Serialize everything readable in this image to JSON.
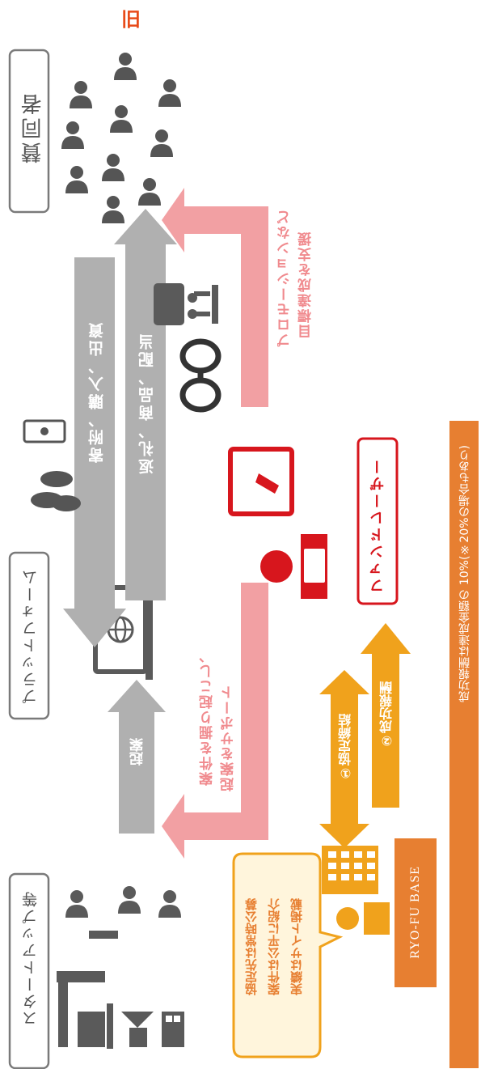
{
  "corner_label": "旧",
  "actors": {
    "supporters": "賛同者",
    "platform": "プラットフォーム",
    "startups": "スタートアップ等",
    "fundraiser": "ファンドレーザー",
    "ryofu_base": "RYO-FU BASE"
  },
  "flows": {
    "contribution": "寄附、購入、出資",
    "returns": "返礼、商品、配当",
    "proposal": "起案",
    "promotion": [
      "プロモーションなど",
      "目標達成を支援"
    ],
    "project_support": [
      "案件を掘り起こし、",
      "起案をサポート"
    ],
    "agreement": "①協定締結",
    "reward": "②成功報酬"
  },
  "checklist": [
    "協定先は常時公募",
    "案件は公平に紹介",
    "実績はサイト掲載"
  ],
  "footnote": "成功報酬は達成金額の 10%(※20%の場合もあり)",
  "colors": {
    "gray": "#b0b0b0",
    "dark_gray": "#4d4d4d",
    "pink": "#f2a0a3",
    "red": "#d7161d",
    "orange": "#f0a21c",
    "orange_dark": "#e77f31",
    "cream": "#fff5dc"
  }
}
